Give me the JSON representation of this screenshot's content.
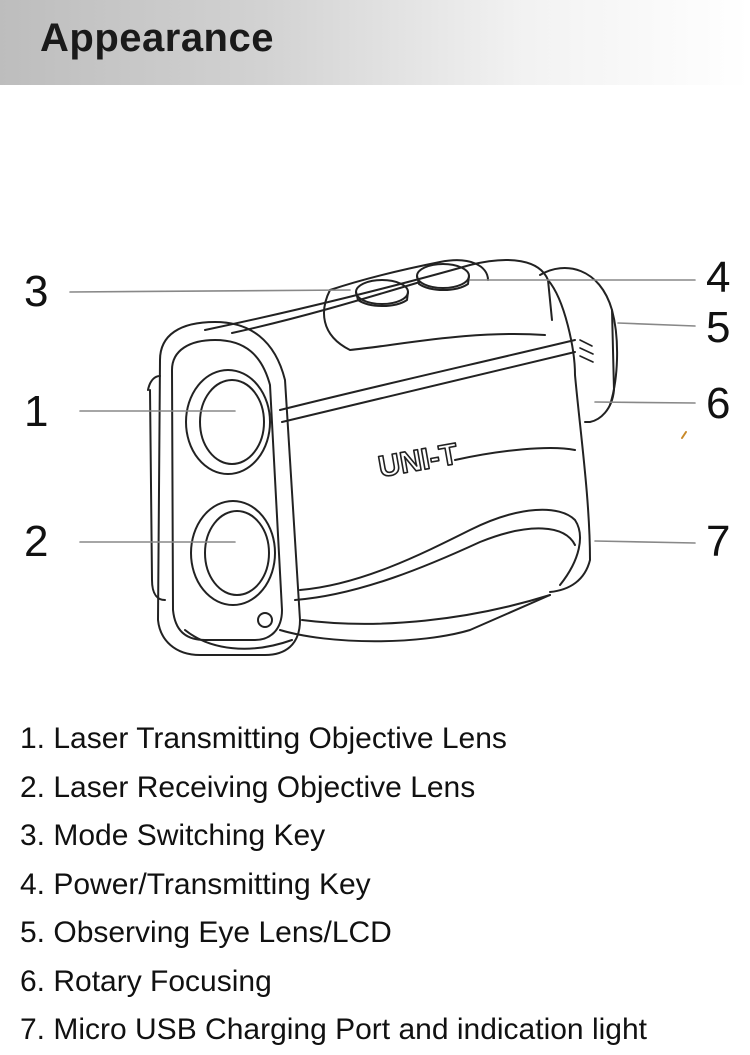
{
  "header": {
    "title": "Appearance"
  },
  "device": {
    "brand": "UNI-T"
  },
  "callouts": [
    {
      "number": "1"
    },
    {
      "number": "2"
    },
    {
      "number": "3"
    },
    {
      "number": "4"
    },
    {
      "number": "5"
    },
    {
      "number": "6"
    },
    {
      "number": "7"
    }
  ],
  "legend": [
    "1. Laser Transmitting Objective Lens",
    "2. Laser Receiving Objective Lens",
    "3. Mode Switching Key",
    "4. Power/Transmitting Key",
    "5. Observing Eye Lens/LCD",
    "6. Rotary Focusing",
    "7. Micro USB Charging Port and indication light"
  ]
}
